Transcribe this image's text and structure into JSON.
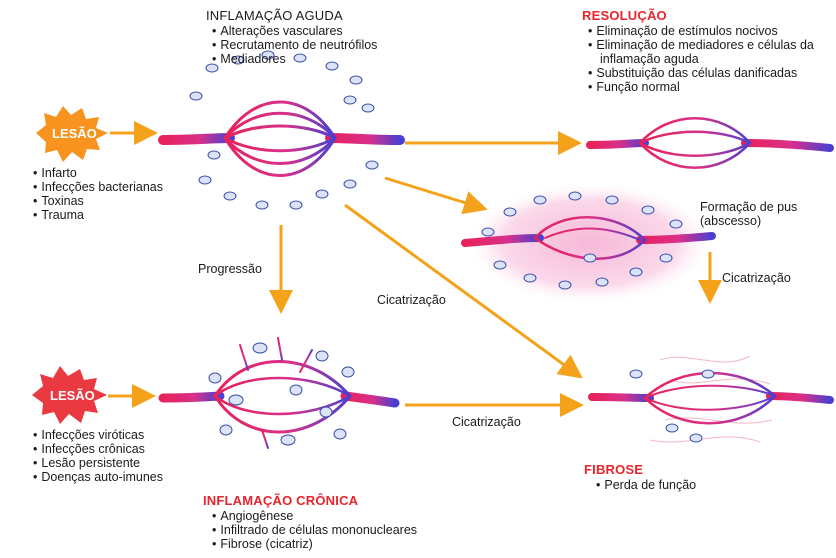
{
  "acute": {
    "title": "INFLAMAÇÃO AGUDA",
    "items": [
      "Alterações vasculares",
      "Recrutamento de neutrófilos",
      "Mediadores"
    ]
  },
  "resolution": {
    "title": "RESOLUÇÃO",
    "items": [
      "Eliminação de estímulos nocivos",
      "Eliminação de mediadores e células da",
      "Substituição das células danificadas",
      "Função normal"
    ],
    "continuation": "inflamação aguda"
  },
  "injury_top": {
    "label": "LESÃO",
    "items": [
      "Infarto",
      "Infecções bacterianas",
      "Toxinas",
      "Trauma"
    ]
  },
  "injury_bottom": {
    "label": "LESÃO",
    "items": [
      "Infecções viróticas",
      "Infecções crônicas",
      "Lesão persistente",
      "Doenças auto-imunes"
    ]
  },
  "pus": {
    "line1": "Formação de pus",
    "line2": "(abscesso)"
  },
  "arrows": {
    "progression": "Progressão",
    "healing_diagonal": "Cicatrização",
    "healing_right": "Cicatrização",
    "healing_bottom": "Cicatrização"
  },
  "fibrosis": {
    "title": "FIBROSE",
    "items": [
      "Perda de função"
    ]
  },
  "chronic": {
    "title": "INFLAMAÇÃO CRÔNICA",
    "items": [
      "Angiogênese",
      "Infiltrado de células mononucleares",
      "Fibrose (cicatriz)"
    ]
  },
  "colors": {
    "title_red": "#e8242c",
    "arrow": "#f5a21b",
    "burst": "#f7931e",
    "artery": "#e8215a",
    "vein": "#4a3fd0"
  }
}
